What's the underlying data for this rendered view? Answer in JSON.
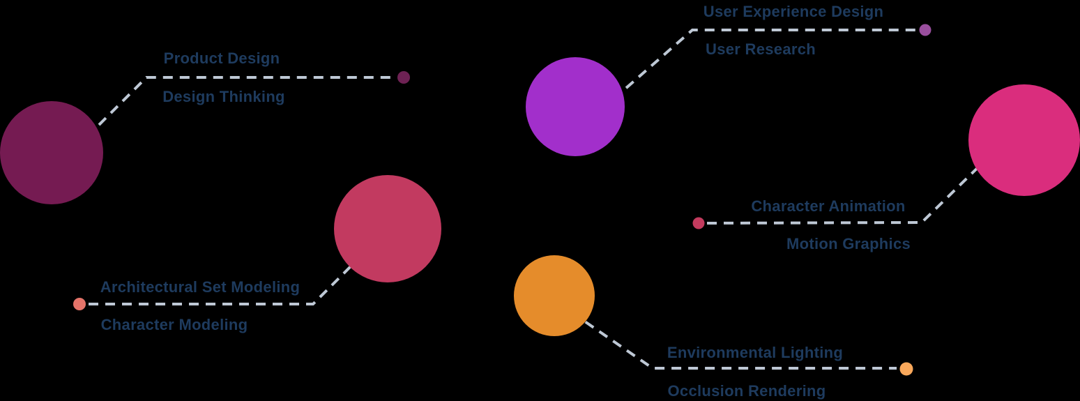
{
  "diagram": {
    "background": "#000000",
    "connector_color": "#BEC8D5",
    "label_color": "#1E3B5E",
    "groups": [
      {
        "id": "product-design",
        "node_color": "#751B52",
        "dot_color": "#6E2254",
        "label_top": "Product Design",
        "label_bottom": "Design Thinking"
      },
      {
        "id": "user-experience",
        "node_color": "#A22FCB",
        "dot_color": "#9A4F9E",
        "label_top": "User Experience Design",
        "label_bottom": "User Research"
      },
      {
        "id": "modeling",
        "node_color": "#C23A60",
        "dot_color": "#E5746A",
        "label_top": "Architectural Set Modeling",
        "label_bottom": "Character Modeling"
      },
      {
        "id": "animation",
        "node_color": "#DA2D7D",
        "dot_color": "#C33B5E",
        "label_top": "Character Animation",
        "label_bottom": "Motion Graphics"
      },
      {
        "id": "lighting",
        "node_color": "#E58C2B",
        "dot_color": "#F9A85B",
        "label_top": "Environmental Lighting",
        "label_bottom": "Occlusion Rendering"
      }
    ]
  }
}
